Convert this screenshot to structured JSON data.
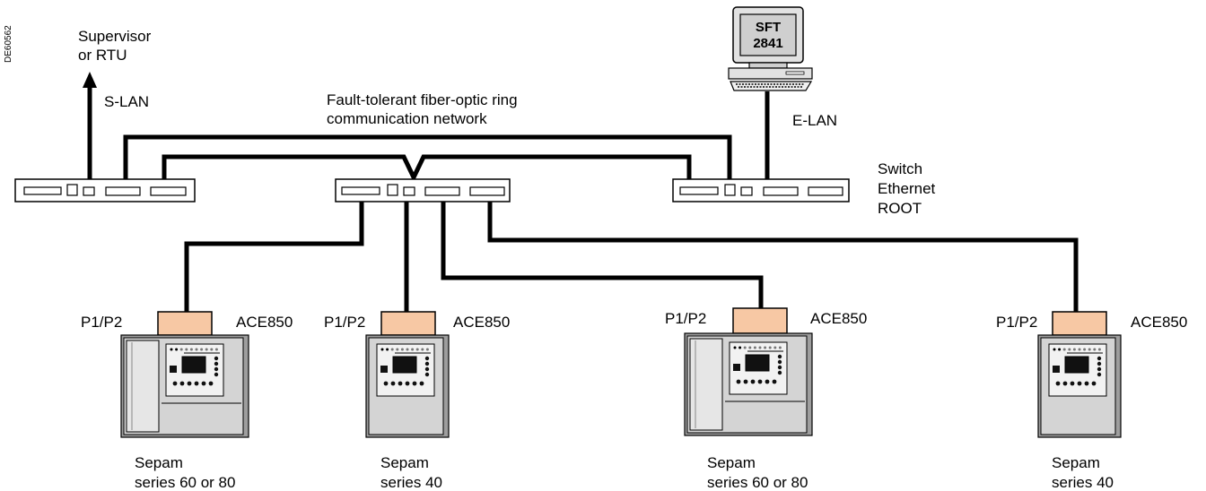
{
  "doc_id": "DE60562",
  "top": {
    "supervisor_line1": "Supervisor",
    "supervisor_line2": "or  RTU",
    "slan": "S-LAN",
    "ring_line1": "Fault-tolerant fiber-optic ring",
    "ring_line2": "communication network",
    "elan": "E-LAN",
    "screen_line1": "SFT",
    "screen_line2": "2841"
  },
  "switch_label": {
    "line1": "Switch",
    "line2": "Ethernet",
    "line3": "ROOT"
  },
  "devices": [
    {
      "port": "P1/P2",
      "module": "ACE850",
      "name": "Sepam",
      "series": "series 60 or 80",
      "type": "large"
    },
    {
      "port": "P1/P2",
      "module": "ACE850",
      "name": "Sepam",
      "series": "series 40",
      "type": "small"
    },
    {
      "port": "P1/P2",
      "module": "ACE850",
      "name": "Sepam",
      "series": "series 60 or 80",
      "type": "large"
    },
    {
      "port": "P1/P2",
      "module": "ACE850",
      "name": "Sepam",
      "series": "series 40",
      "type": "small"
    }
  ],
  "colors": {
    "module": "#f7c8a4",
    "relay_body": "#d4d4d4",
    "relay_front": "#e6e6e6",
    "relay_shadow": "#9e9e9e",
    "wire": "#000000"
  }
}
